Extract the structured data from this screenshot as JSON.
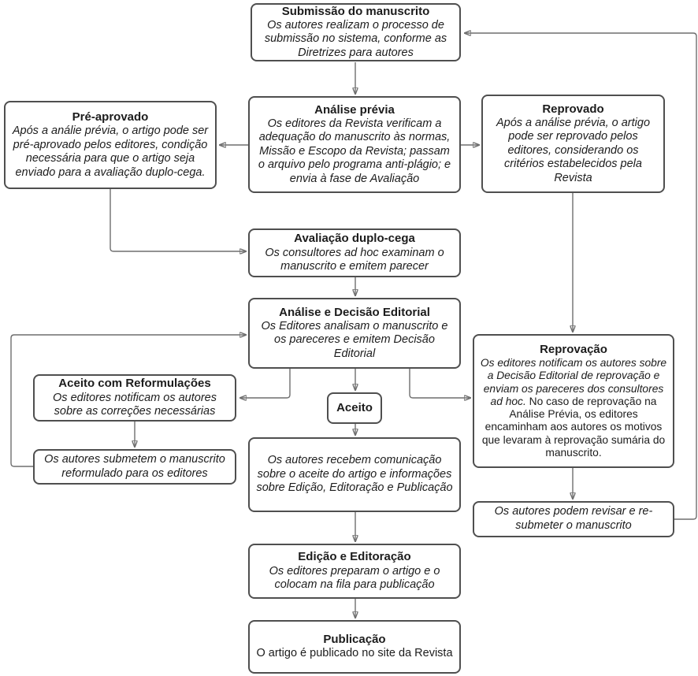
{
  "nodes": {
    "submissao": {
      "title": "Submissão do manuscrito",
      "body": "Os autores realizam o processo de submissão no sistema, conforme as Diretrizes para autores"
    },
    "analise_previa": {
      "title": "Análise prévia",
      "body": "Os editores da Revista verificam a adequação do manuscrito às normas, Missão e Escopo da Revista; passam o arquivo pelo programa anti-plágio; e envia à fase de Avaliação"
    },
    "pre_aprovado": {
      "title": "Pré-aprovado",
      "body": "Após a análie prévia, o artigo pode ser pré-aprovado pelos editores, condição necessária para que o artigo seja enviado para a avaliação duplo-cega."
    },
    "reprovado": {
      "title": "Reprovado",
      "body": "Após a análise prévia, o artigo pode ser reprovado pelos editores, considerando os critérios estabelecidos pela Revista"
    },
    "avaliacao_duplo_cega": {
      "title": "Avaliação duplo-cega",
      "body": "Os consultores ad hoc examinam o manuscrito e emitem parecer"
    },
    "analise_decisao": {
      "title": "Análise e Decisão Editorial",
      "body": "Os Editores analisam o manuscrito e os pareceres e emitem Decisão Editorial"
    },
    "aceito_reformulacoes": {
      "title": "Aceito com Reformulações",
      "body": "Os editores notificam os autores sobre as correções necessárias"
    },
    "submetem_reformulado": {
      "body": "Os autores submetem o manuscrito reformulado para os editores"
    },
    "aceito": {
      "title": "Aceito"
    },
    "recebem_comunicacao": {
      "body": "Os autores recebem comunicação sobre o aceite do artigo e informações sobre Edição, Editoração e Publicação"
    },
    "reprovacao": {
      "title": "Reprovação",
      "body_italic": "Os editores notificam os autores sobre a Decisão Editorial de reprovação e enviam os pareceres dos consultores ad hoc.",
      "body_regular": "No caso de reprovação na Análise Prévia, os editores encaminham aos autores os motivos que levaram à reprovação sumária do manuscrito."
    },
    "revisar_resubmeter": {
      "body": "Os autores podem revisar e re-submeter o manuscrito"
    },
    "edicao_editoracao": {
      "title": "Edição e Editoração",
      "body": "Os editores preparam o artigo e o colocam na fila para publicação"
    },
    "publicacao": {
      "title": "Publicação",
      "body": "O artigo é publicado no site da Revista"
    }
  },
  "edges": [
    {
      "from": "submissao",
      "to": "analise_previa"
    },
    {
      "from": "analise_previa",
      "to": "pre_aprovado"
    },
    {
      "from": "analise_previa",
      "to": "reprovado"
    },
    {
      "from": "pre_aprovado",
      "to": "avaliacao_duplo_cega"
    },
    {
      "from": "reprovado",
      "to": "reprovacao"
    },
    {
      "from": "avaliacao_duplo_cega",
      "to": "analise_decisao"
    },
    {
      "from": "analise_decisao",
      "to": "aceito_reformulacoes"
    },
    {
      "from": "analise_decisao",
      "to": "aceito"
    },
    {
      "from": "analise_decisao",
      "to": "reprovacao"
    },
    {
      "from": "aceito_reformulacoes",
      "to": "submetem_reformulado"
    },
    {
      "from": "submetem_reformulado",
      "to": "analise_decisao"
    },
    {
      "from": "aceito",
      "to": "recebem_comunicacao"
    },
    {
      "from": "reprovacao",
      "to": "revisar_resubmeter"
    },
    {
      "from": "revisar_resubmeter",
      "to": "submissao"
    },
    {
      "from": "recebem_comunicacao",
      "to": "edicao_editoracao"
    },
    {
      "from": "edicao_editoracao",
      "to": "publicacao"
    }
  ],
  "colors": {
    "box_border": "#4f4f4f",
    "connector": "#6e6e6e",
    "arrowhead": "#4a4a4a",
    "text": "#1c1c1c",
    "background": "#ffffff"
  }
}
